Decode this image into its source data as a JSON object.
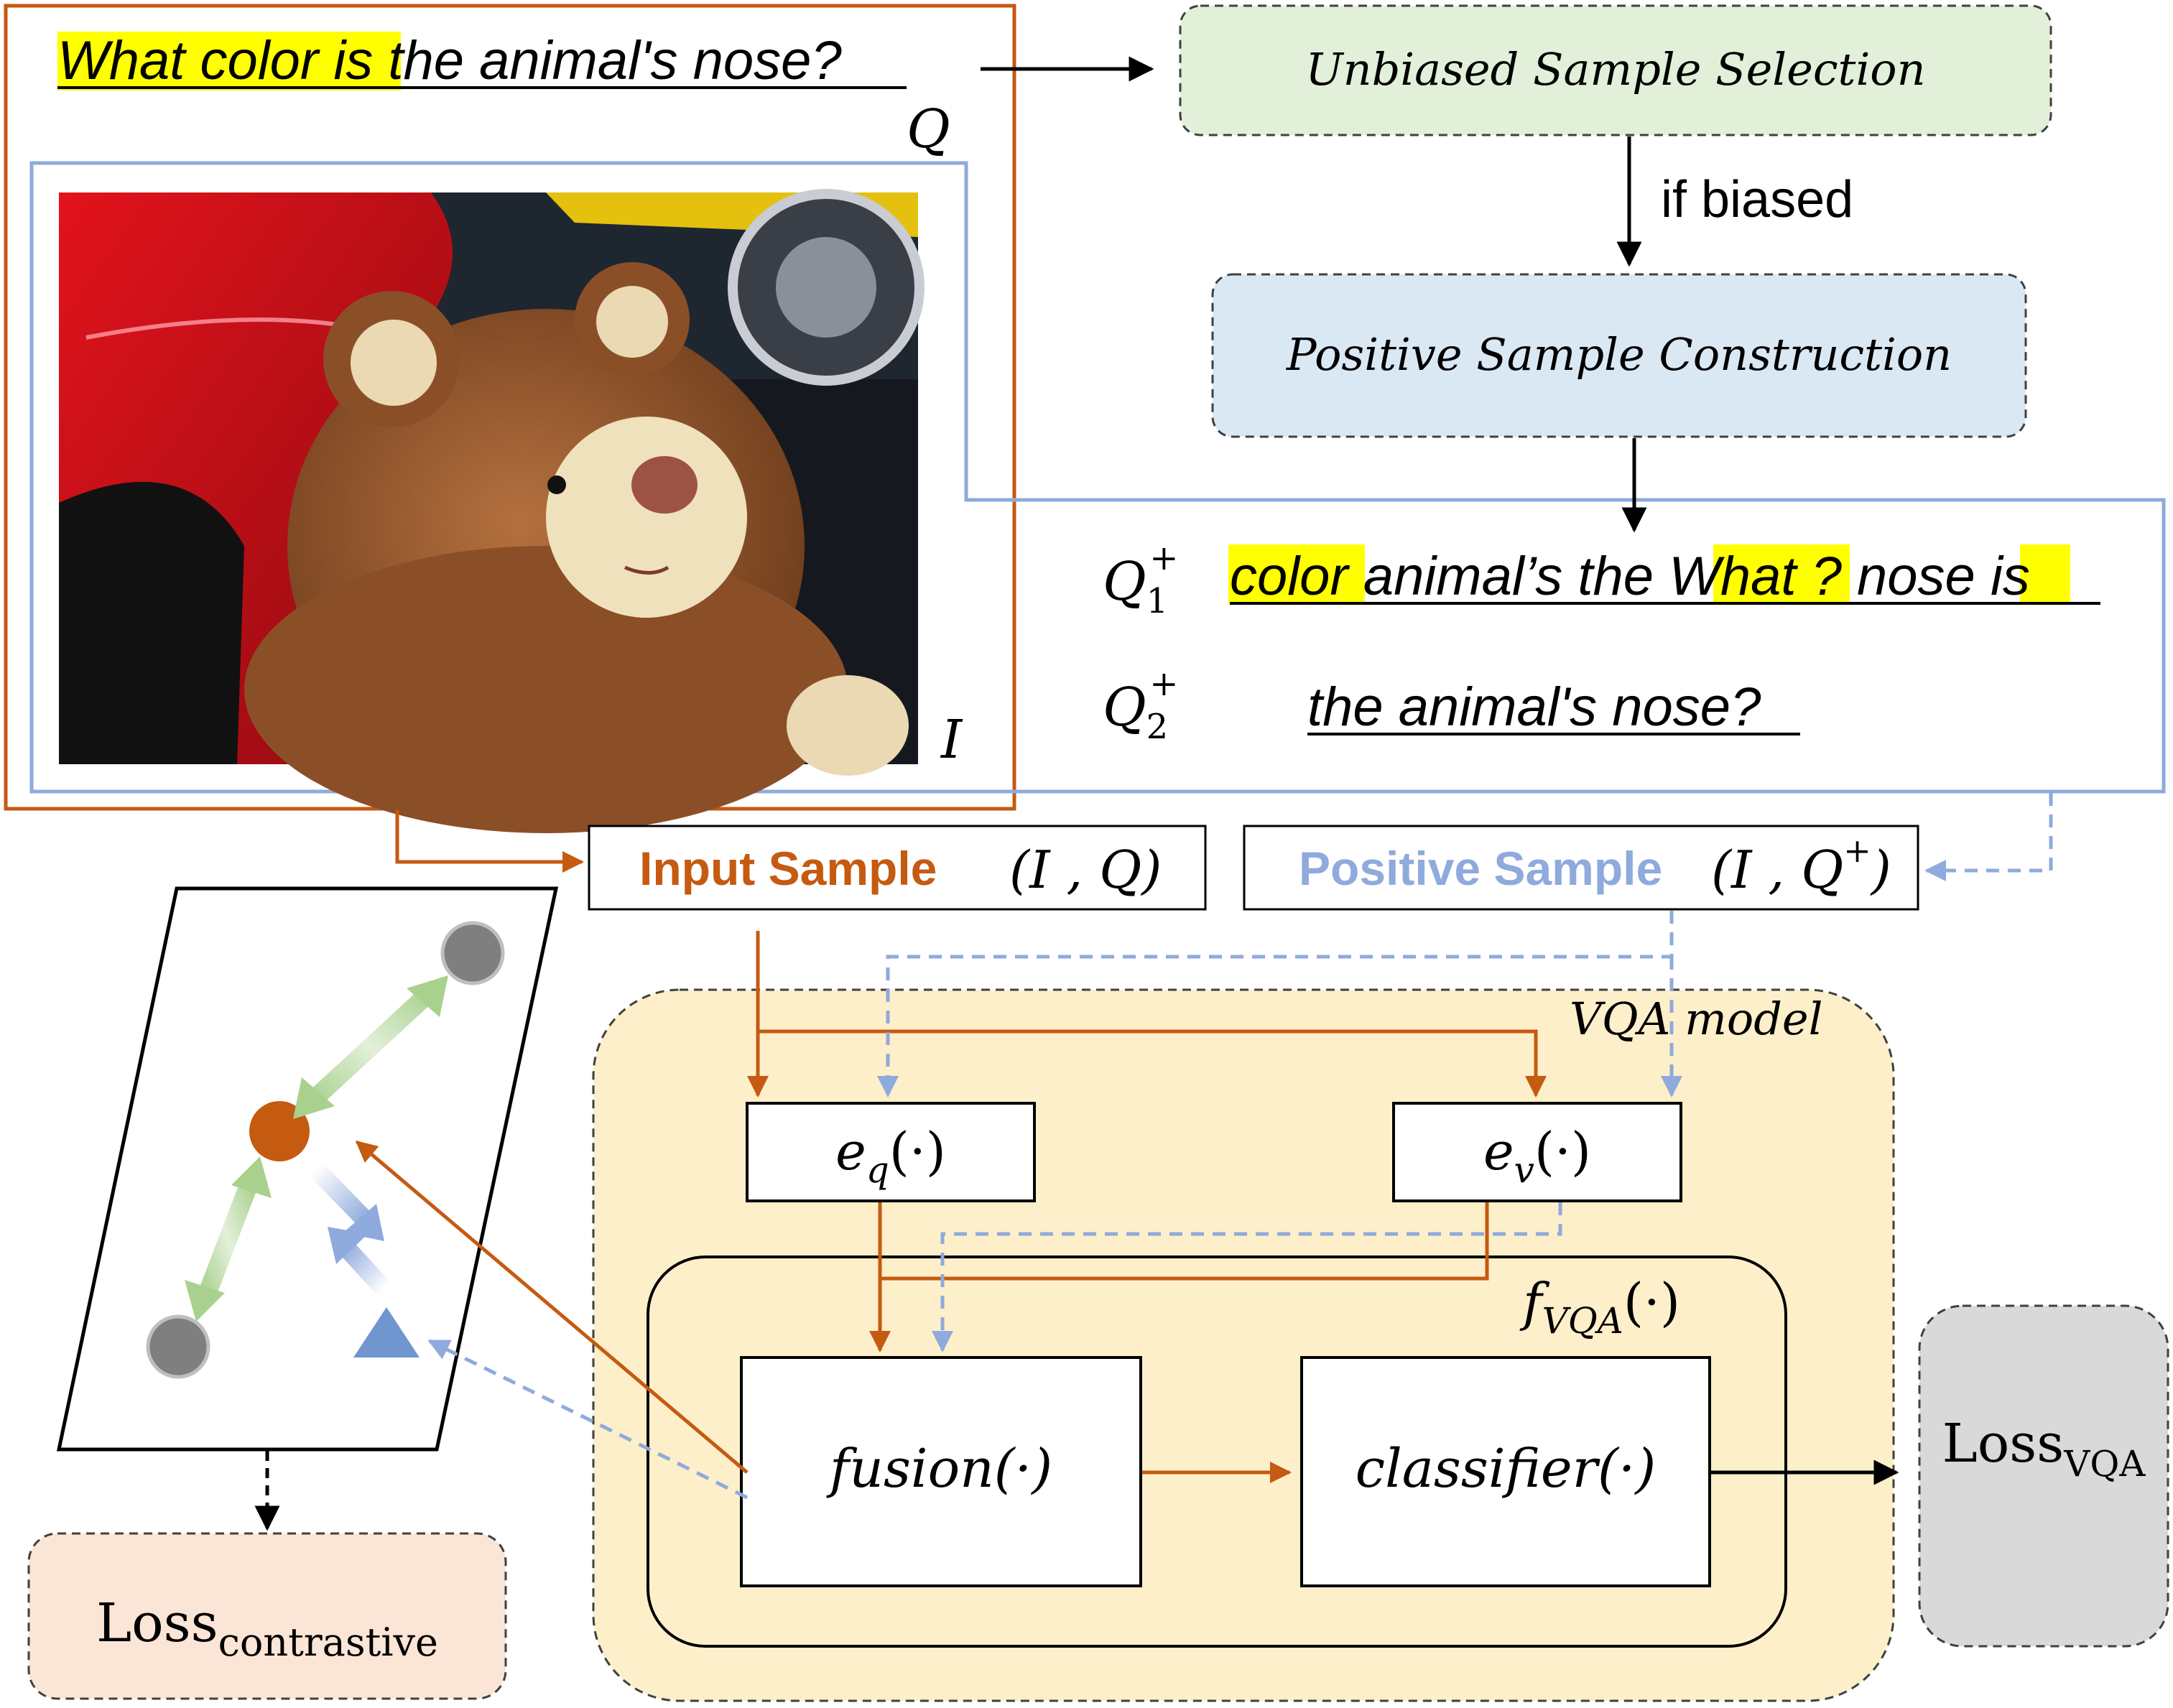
{
  "question": {
    "highlight": "What color is",
    "rest": " the animal's nose?",
    "symbol": "Q"
  },
  "image": {
    "symbol": "I",
    "description_icon": "teddy-bear-photo"
  },
  "pipeline": {
    "unbiased_selection": "Unbiased Sample Selection",
    "if_biased": "if biased",
    "positive_construction": "Positive Sample Construction"
  },
  "positives": {
    "q1_label": "Q",
    "q1_sub": "1",
    "q1_sup": "+",
    "q1_words": [
      {
        "text": "color",
        "highlight": true
      },
      {
        "text": " animal’s the ",
        "highlight": false
      },
      {
        "text": "What",
        "highlight": true
      },
      {
        "text": " ? nose ",
        "highlight": false
      },
      {
        "text": "is",
        "highlight": true
      }
    ],
    "q2_label": "Q",
    "q2_sub": "2",
    "q2_sup": "+",
    "q2_text": "the animal's nose?"
  },
  "samples": {
    "input_label": "Input Sample",
    "input_math": "(I , Q)",
    "positive_label": "Positive Sample",
    "positive_math_open": "(I , Q",
    "positive_math_sup": "+",
    "positive_math_close": ")"
  },
  "model": {
    "title": "VQA model",
    "eq_main": "e",
    "eq_sub": "q",
    "ev_main": "e",
    "ev_sub": "v",
    "arg": "(·)",
    "fvqa_main": "f",
    "fvqa_sub": "VQA",
    "fusion": "fusion(·)",
    "classifier": "classifier(·)"
  },
  "losses": {
    "vqa_main": "Loss",
    "vqa_sub": "VQA",
    "contrastive_main": "Loss",
    "contrastive_sub": "contrastive"
  },
  "colors": {
    "orange": "#c55a11",
    "blue": "#8faadc",
    "highlight": "#ffff00",
    "green_fill": "#e2f0d9",
    "blue_fill": "#dae8f4",
    "vqa_fill": "#fdefc9",
    "loss_vqa_fill": "#d9d9d9",
    "loss_contrastive_fill": "#fbe5d6",
    "gray_dot": "#7f7f7f",
    "triangle": "#7096d0",
    "green_arrow": "#a9d18e"
  }
}
